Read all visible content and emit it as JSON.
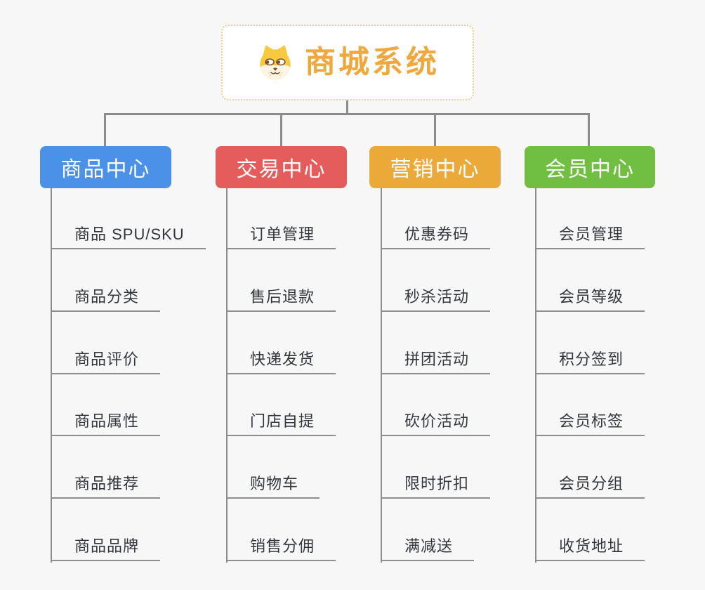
{
  "root": {
    "title": "商城系统",
    "icon": "shiba-dog-icon"
  },
  "branches": [
    {
      "label": "商品中心",
      "color": "#4b91e8",
      "children": [
        "商品 SPU/SKU",
        "商品分类",
        "商品评价",
        "商品属性",
        "商品推荐",
        "商品品牌"
      ]
    },
    {
      "label": "交易中心",
      "color": "#e45c5c",
      "children": [
        "订单管理",
        "售后退款",
        "快递发货",
        "门店自提",
        "购物车",
        "销售分佣"
      ]
    },
    {
      "label": "营销中心",
      "color": "#eba939",
      "children": [
        "优惠券码",
        "秒杀活动",
        "拼团活动",
        "砍价活动",
        "限时折扣",
        "满减送"
      ]
    },
    {
      "label": "会员中心",
      "color": "#70be42",
      "children": [
        "会员管理",
        "会员等级",
        "积分签到",
        "会员标签",
        "会员分组",
        "收货地址"
      ]
    }
  ],
  "colors": {
    "background": "#f7f7f7",
    "connector": "#8c8c8c",
    "leaf_line": "#8e8e8e",
    "leaf_text": "#33373d",
    "root_text": "#f0a83c",
    "root_border": "#f6cb85"
  }
}
